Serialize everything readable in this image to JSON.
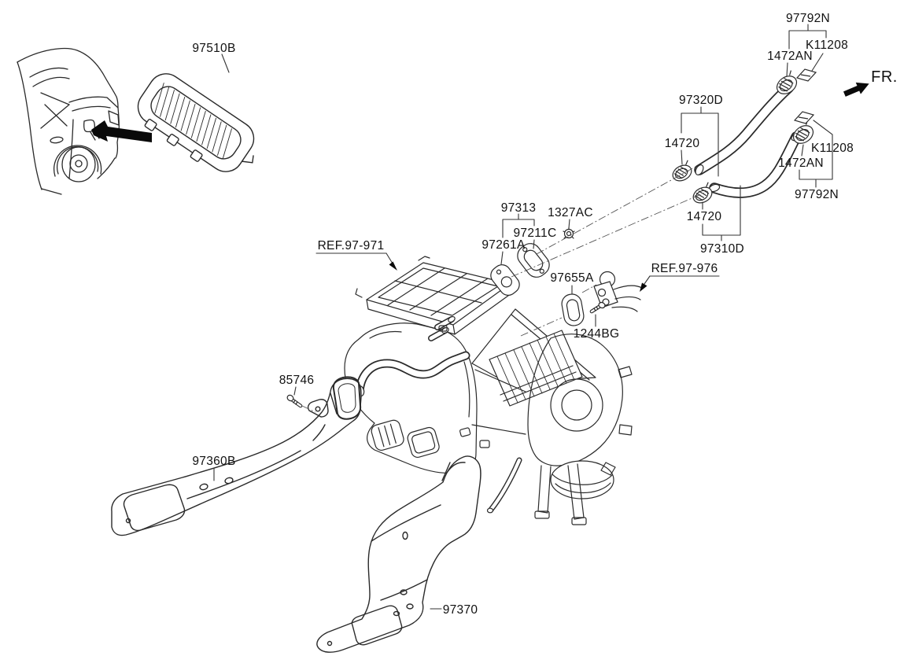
{
  "colors": {
    "line": "#1f1f1f",
    "label": "#111111",
    "background": "#ffffff",
    "arrow_fill": "#0a0a0a"
  },
  "labels": [
    {
      "name": "grille-extractor",
      "text": "97510B"
    },
    {
      "name": "hose-clip-set-upper",
      "text": "97792N"
    },
    {
      "name": "clip-k11208-upper",
      "text": "K11208"
    },
    {
      "name": "clamp-1472an-upper",
      "text": "1472AN"
    },
    {
      "name": "fr-direction",
      "text": "FR."
    },
    {
      "name": "hose-water-inlet",
      "text": "97320D"
    },
    {
      "name": "clamp-14720-upper",
      "text": "14720"
    },
    {
      "name": "clip-k11208-lower",
      "text": "K11208"
    },
    {
      "name": "clamp-1472an-lower",
      "text": "1472AN"
    },
    {
      "name": "hose-clip-set-lower",
      "text": "97792N"
    },
    {
      "name": "clamp-14720-lower",
      "text": "14720"
    },
    {
      "name": "hose-water-outlet",
      "text": "97310D"
    },
    {
      "name": "grommet-set",
      "text": "97313"
    },
    {
      "name": "nut-1327ac",
      "text": "1327AC"
    },
    {
      "name": "grommet-97211c",
      "text": "97211C"
    },
    {
      "name": "grommet-97261a",
      "text": "97261A"
    },
    {
      "name": "ref-heater-blower-unit",
      "text": "REF.97-971"
    },
    {
      "name": "packing-97655a",
      "text": "97655A"
    },
    {
      "name": "ref-heater-pipes",
      "text": "REF.97-976"
    },
    {
      "name": "bolt-1244bg",
      "text": "1244BG"
    },
    {
      "name": "screw-85746",
      "text": "85746"
    },
    {
      "name": "duct-rear-heating-left",
      "text": "97360B"
    },
    {
      "name": "duct-rear-heating-center",
      "text": "97370"
    }
  ]
}
